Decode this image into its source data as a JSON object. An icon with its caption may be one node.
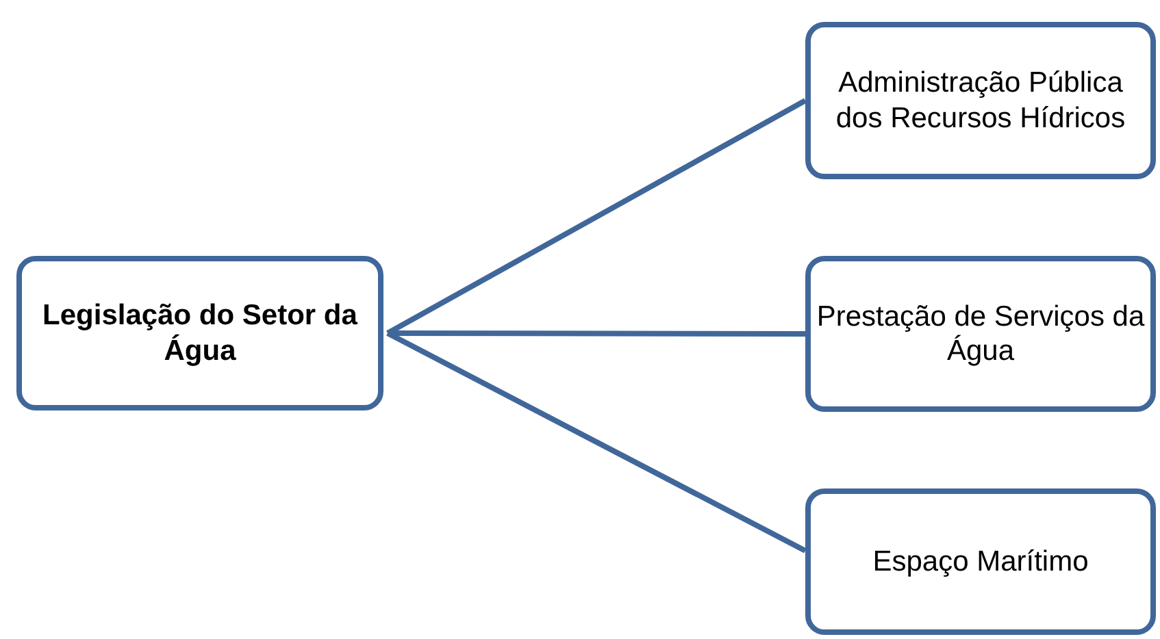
{
  "diagram": {
    "nodes": [
      {
        "text": [
          "Legislação do Setor da Água"
        ]
      },
      {
        "text": [
          "Administração Pública dos Recursos Hídricos"
        ]
      },
      {
        "text": [
          "Prestação de Serviços da Água"
        ]
      },
      {
        "text": [
          "Espaço Marítimo"
        ]
      }
    ],
    "edges": [
      {
        "from": 0,
        "to": 1,
        "arrow": "none"
      },
      {
        "from": 0,
        "to": 2,
        "arrow": "none"
      },
      {
        "from": 0,
        "to": 3,
        "arrow": "none"
      }
    ]
  }
}
